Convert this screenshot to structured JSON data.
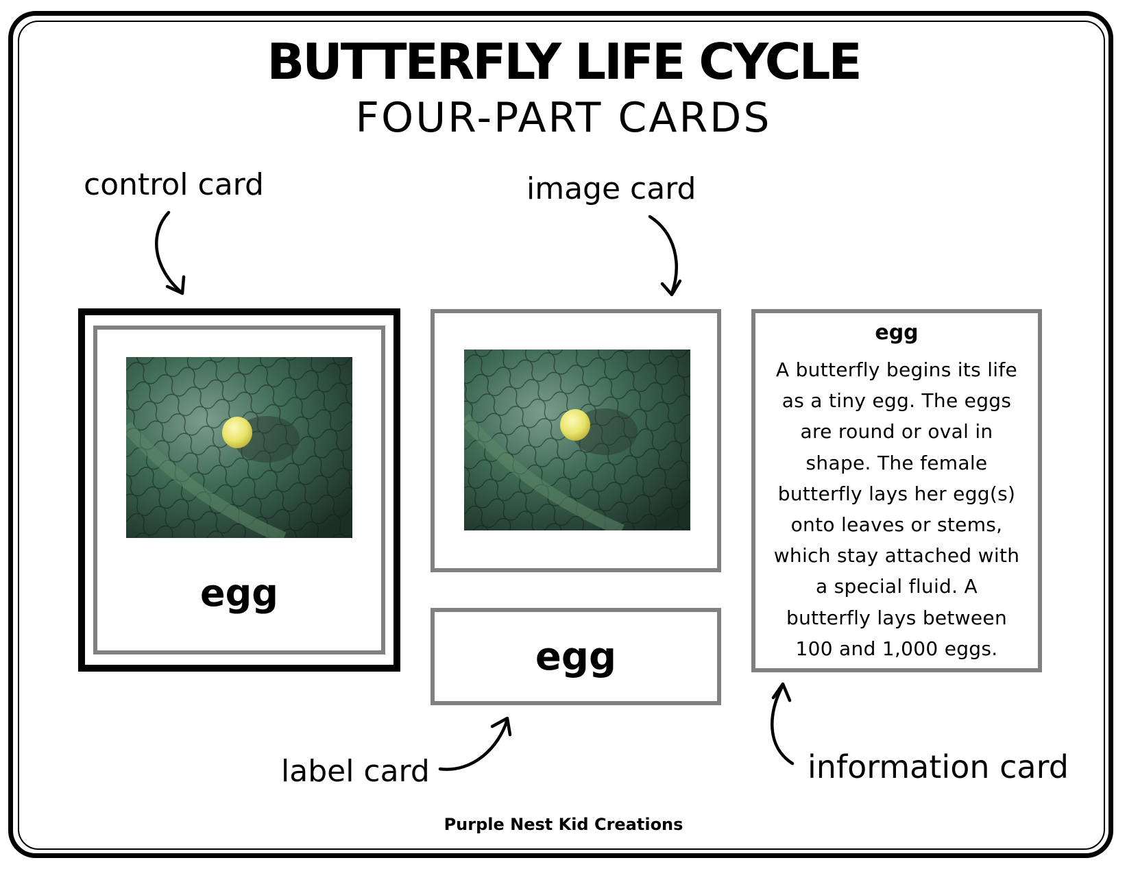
{
  "header": {
    "title": "BUTTERFLY LIFE CYCLE",
    "subtitle": "FOUR-PART CARDS"
  },
  "annotations": {
    "control_card": "control card",
    "image_card": "image card",
    "label_card": "label card",
    "information_card": "information card"
  },
  "cards": {
    "control": {
      "word": "egg"
    },
    "label": {
      "word": "egg"
    },
    "information": {
      "heading": "egg",
      "lines": [
        "A butterfly begins its life",
        "as a tiny egg. The eggs",
        "are round or oval in",
        "shape. The female",
        "butterfly lays her egg(s)",
        "onto leaves or stems,",
        "which stay attached with",
        "a special fluid. A",
        "butterfly lays between",
        "100 and 1,000 eggs."
      ]
    }
  },
  "footer": {
    "credit": "Purple Nest Kid Creations"
  },
  "colors": {
    "card_border_gray": "#808080",
    "control_border": "#000000",
    "leaf_green": "#3f6b55",
    "egg_yellow": "#e9e36a"
  }
}
